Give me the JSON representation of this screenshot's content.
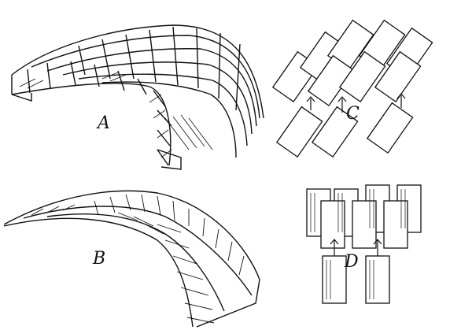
{
  "figure": {
    "labels": {
      "a": "A",
      "b": "B",
      "c": "C",
      "d": "D"
    },
    "ink_color": "#111111",
    "background": "#ffffff"
  }
}
